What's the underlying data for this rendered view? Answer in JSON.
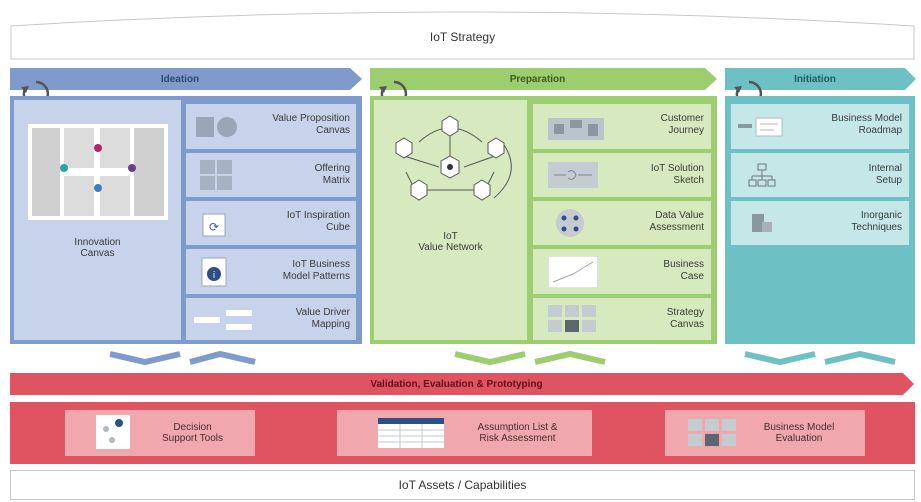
{
  "top": {
    "title": "IoT Strategy"
  },
  "phases": {
    "ideation": {
      "title": "Ideation",
      "color": "#a9bcdc",
      "header": "#7e9bcb"
    },
    "preparation": {
      "title": "Preparation",
      "color": "#bfdc9d",
      "header": "#9ccd6f"
    },
    "initiation": {
      "title": "Initiation",
      "color": "#9fd6d8",
      "header": "#6dc1c5"
    }
  },
  "ideation": {
    "main": "Innovation\nCanvas",
    "items": [
      "Value Proposition\nCanvas",
      "Offering\nMatrix",
      "IoT Inspiration\nCube",
      "IoT Business\nModel Patterns",
      "Value Driver\nMapping"
    ]
  },
  "preparation": {
    "main": "IoT\nValue Network",
    "items": [
      "Customer\nJourney",
      "IoT Solution\nSketch",
      "Data Value\nAssessment",
      "Business\nCase",
      "Strategy\nCanvas"
    ]
  },
  "initiation": {
    "items": [
      "Business Model\nRoadmap",
      "Internal\nSetup",
      "Inorganic\nTechniques"
    ]
  },
  "validation": {
    "title": "Validation, Evaluation & Prototyping",
    "items": [
      "Decision\nSupport Tools",
      "Assumption List &\nRisk Assessment",
      "Business Model\nEvaluation"
    ]
  },
  "bottom": {
    "title": "IoT Assets / Capabilities"
  }
}
